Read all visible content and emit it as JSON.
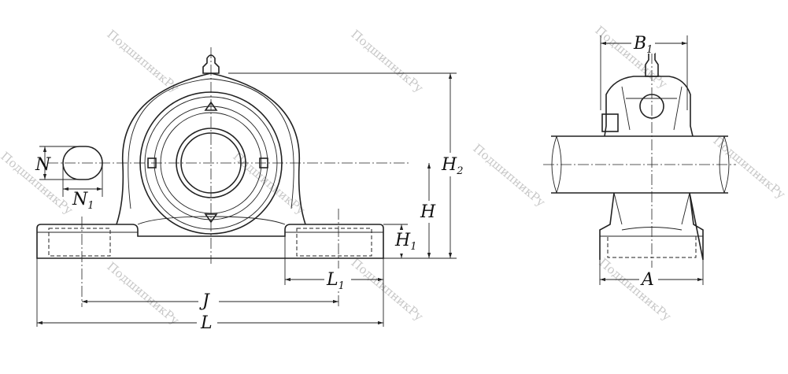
{
  "watermark": "ПодшипникРу",
  "labels": {
    "N": "N",
    "N1": "N",
    "N1_sub": "1",
    "H2": "H",
    "H2_sub": "2",
    "H": "H",
    "H1": "H",
    "H1_sub": "1",
    "L1": "L",
    "L1_sub": "1",
    "J": "J",
    "L": "L",
    "B1": "B",
    "B1_sub": "1",
    "A": "A"
  },
  "colors": {
    "line": "#222222",
    "watermark": "#c8c8c8"
  }
}
